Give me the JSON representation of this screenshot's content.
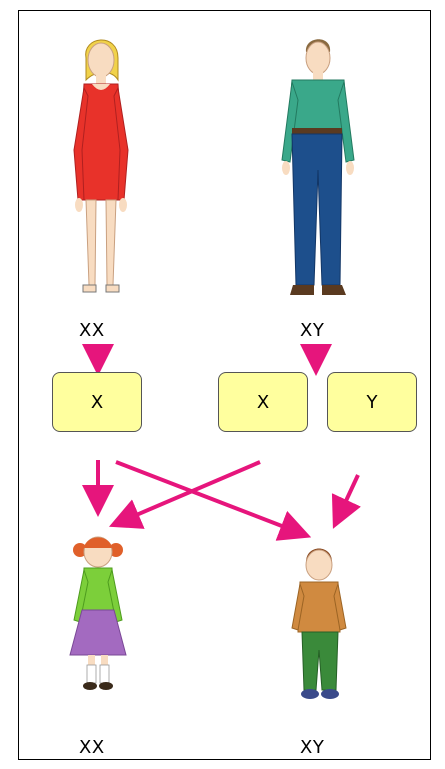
{
  "parents": {
    "mother": {
      "genotype": "XX"
    },
    "father": {
      "genotype": "XY"
    }
  },
  "gametes": {
    "mother_x": "X",
    "father_x": "X",
    "father_y": "Y"
  },
  "children": {
    "daughter": {
      "genotype": "XX"
    },
    "son": {
      "genotype": "XY"
    }
  },
  "colors": {
    "arrow": "#e6157c",
    "gamete_fill": "#ffff9e",
    "frame": "#000000"
  }
}
